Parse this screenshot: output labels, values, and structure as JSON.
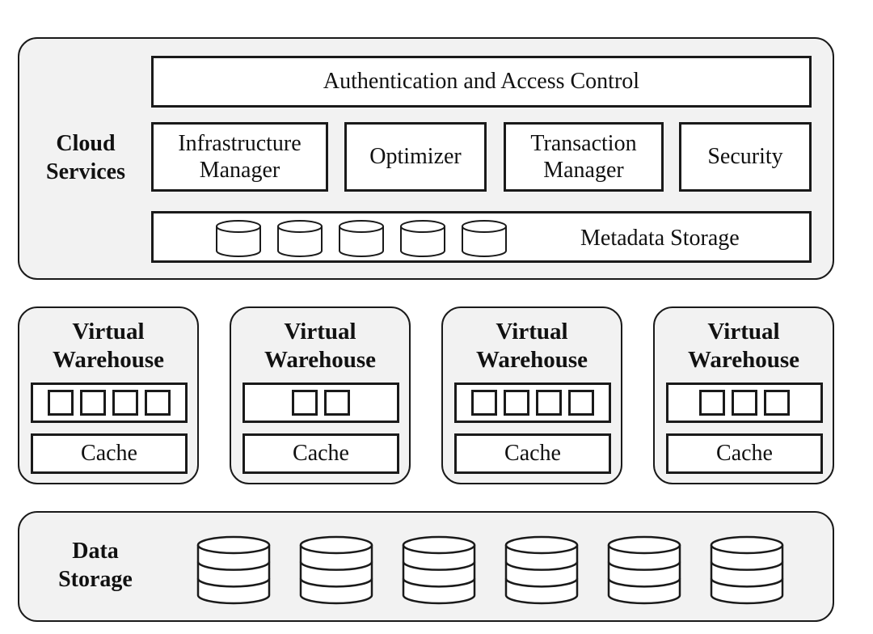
{
  "cloud_services": {
    "label_line1": "Cloud",
    "label_line2": "Services",
    "auth": "Authentication and Access Control",
    "modules": [
      {
        "line1": "Infrastructure",
        "line2": "Manager"
      },
      {
        "line1": "Optimizer",
        "line2": ""
      },
      {
        "line1": "Transaction",
        "line2": "Manager"
      },
      {
        "line1": "Security",
        "line2": ""
      }
    ],
    "metadata": {
      "label": "Metadata Storage",
      "disk_count": 5
    }
  },
  "warehouses": [
    {
      "title_line1": "Virtual",
      "title_line2": "Warehouse",
      "processors": 4,
      "cache": "Cache"
    },
    {
      "title_line1": "Virtual",
      "title_line2": "Warehouse",
      "processors": 2,
      "cache": "Cache"
    },
    {
      "title_line1": "Virtual",
      "title_line2": "Warehouse",
      "processors": 4,
      "cache": "Cache"
    },
    {
      "title_line1": "Virtual",
      "title_line2": "Warehouse",
      "processors": 3,
      "cache": "Cache"
    }
  ],
  "data_storage": {
    "label_line1": "Data",
    "label_line2": "Storage",
    "disk_count": 6
  }
}
